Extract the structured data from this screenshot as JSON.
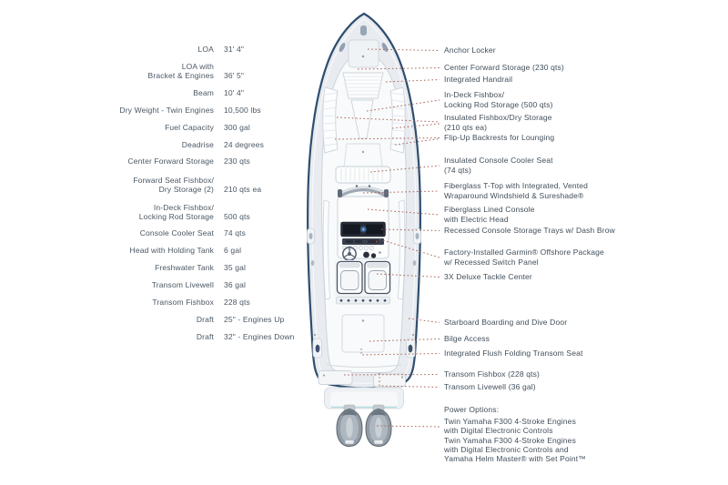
{
  "specs": [
    {
      "label": "LOA",
      "value": "31' 4\""
    },
    {
      "label": "LOA with\nBracket & Engines",
      "value": "36' 5\""
    },
    {
      "label": "Beam",
      "value": "10' 4\""
    },
    {
      "label": "Dry Weight - Twin Engines",
      "value": "10,500 lbs"
    },
    {
      "label": "Fuel Capacity",
      "value": "300 gal"
    },
    {
      "label": "Deadrise",
      "value": "24 degrees"
    },
    {
      "label": "Center Forward Storage",
      "value": "230 qts"
    },
    {
      "label": "Forward Seat Fishbox/\nDry Storage (2)",
      "value": "210 qts ea"
    },
    {
      "label": "In-Deck Fishbox/\nLocking Rod Storage",
      "value": "500 qts"
    },
    {
      "label": "Console Cooler Seat",
      "value": "74 qts"
    },
    {
      "label": "Head with Holding Tank",
      "value": "6 gal"
    },
    {
      "label": "Freshwater Tank",
      "value": "35 gal"
    },
    {
      "label": "Transom Livewell",
      "value": "36 gal"
    },
    {
      "label": "Transom Fishbox",
      "value": "228 qts"
    },
    {
      "label": "Draft",
      "value": "25\" - Engines Up"
    },
    {
      "label": "Draft",
      "value": "32\" - Engines Down"
    }
  ],
  "callouts": [
    "Anchor Locker",
    "Center Forward Storage (230 qts)",
    "Integrated Handrail",
    "In-Deck Fishbox/\nLocking Rod Storage (500 qts)",
    "Insulated Fishbox/Dry Storage\n(210 qts ea)",
    "Flip-Up Backrests for Lounging",
    "Insulated Console Cooler Seat\n(74 qts)",
    "Fiberglass T-Top with Integrated, Vented\nWraparound Windshield & Sureshade®",
    "Fiberglass Lined Console\nwith Electric Head",
    "Recessed Console Storage Trays w/ Dash Brow",
    "Factory-Installed Garmin® Offshore Package\nw/ Recessed Switch Panel",
    "3X Deluxe Tackle Center",
    "Starboard Boarding and Dive Door",
    "Bilge Access",
    "Integrated Flush Folding Transom Seat",
    "Transom Fishbox (228 qts)",
    "Transom Livewell (36 gal)"
  ],
  "power": {
    "heading": "Power Options:",
    "options": [
      "Twin Yamaha F300 4-Stroke Engines\nwith Digital Electronic Controls",
      "Twin Yamaha F300 4-Stroke Engines\nwith Digital Electronic Controls and\nYamaha Helm Master® with Set Point™"
    ]
  },
  "colors": {
    "text": "#46535f",
    "leader_line": "#a8655b",
    "hull_outline": "#2e4e70",
    "hull_fill": "#e8ebef",
    "deck_fill": "#f8fafb",
    "console_screen": "#141821",
    "garmin_blue": "#4e79b0",
    "engine_gray": "#929ca6"
  }
}
